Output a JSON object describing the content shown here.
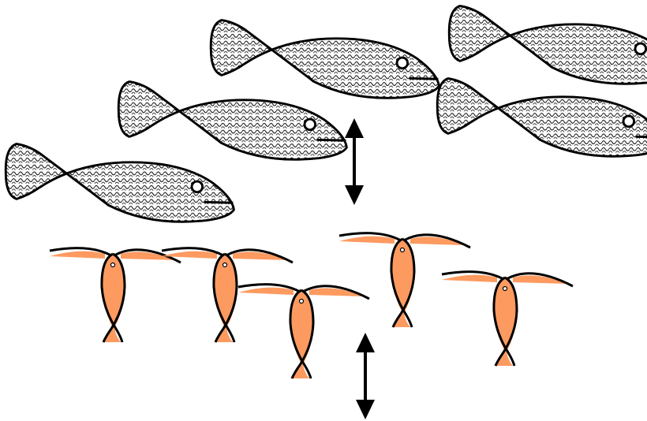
{
  "diagram": {
    "fish": [
      {
        "name": "fish-1"
      },
      {
        "name": "fish-2"
      },
      {
        "name": "fish-3"
      },
      {
        "name": "fish-4"
      },
      {
        "name": "fish-5"
      }
    ],
    "copepods": [
      {
        "name": "copepod-1"
      },
      {
        "name": "copepod-2"
      },
      {
        "name": "copepod-3"
      },
      {
        "name": "copepod-4"
      },
      {
        "name": "copepod-5"
      }
    ],
    "arrows": [
      {
        "name": "fish-migration-arrow",
        "direction": "up-down"
      },
      {
        "name": "copepod-migration-arrow",
        "direction": "up-down"
      }
    ],
    "colors": {
      "outline": "#000000",
      "fish_fill": "#ffffff",
      "fish_pattern": "#000000",
      "copepod_fill": "#fd9a60"
    }
  }
}
